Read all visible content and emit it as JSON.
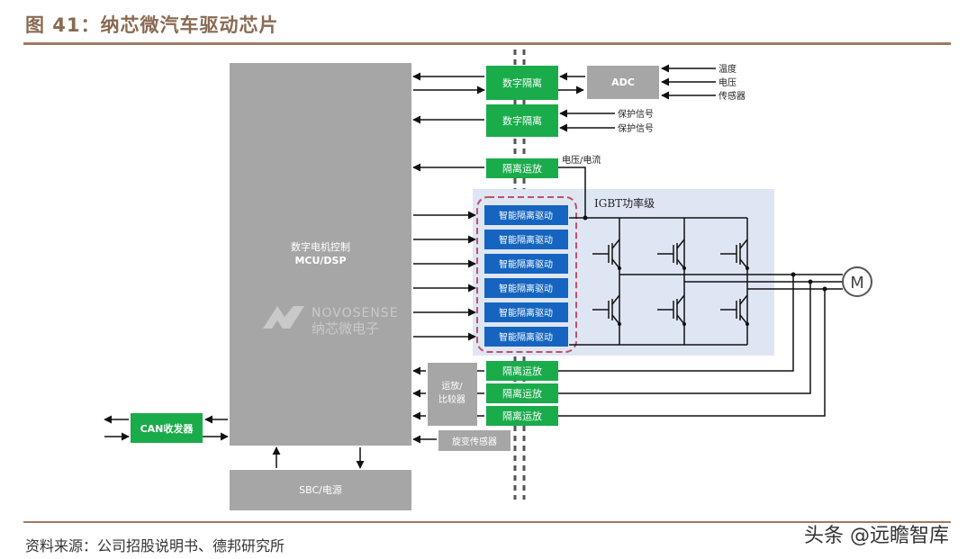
{
  "figure": {
    "title": "图 41：纳芯微汽车驱动芯片",
    "source": "资料来源：公司招股说明书、德邦研究所",
    "watermark": "头条 @远瞻智库"
  },
  "diagram": {
    "mcu": {
      "line1": "数字电机控制",
      "line2": "MCU/DSP"
    },
    "logo": {
      "brand_en": "NOVOSENSE",
      "brand_cn": "纳芯微电子"
    },
    "digital_isolators": [
      {
        "label": "数字隔离"
      },
      {
        "label": "数字隔离"
      }
    ],
    "adc": {
      "label": "ADC"
    },
    "adc_inputs": [
      "温度",
      "电压",
      "传感器"
    ],
    "protection_inputs": [
      "保护信号",
      "保护信号"
    ],
    "voltage_opamp": {
      "label": "隔离运放",
      "input_label": "电压/电流"
    },
    "igbt_stage": {
      "label": "IGBT功率级"
    },
    "gate_drivers": [
      {
        "label": "智能隔离驱动"
      },
      {
        "label": "智能隔离驱动"
      },
      {
        "label": "智能隔离驱动"
      },
      {
        "label": "智能隔离驱动"
      },
      {
        "label": "智能隔离驱动"
      },
      {
        "label": "智能隔离驱动"
      }
    ],
    "motor": {
      "label": "M"
    },
    "current_opamps": [
      {
        "label": "隔离运放"
      },
      {
        "label": "隔离运放"
      },
      {
        "label": "隔离运放"
      }
    ],
    "comparator": {
      "line1": "运放/",
      "line2": "比较器"
    },
    "resolver": {
      "label": "旋变传感器"
    },
    "can": {
      "label": "CAN收发器"
    },
    "sbc": {
      "label": "SBC/电源"
    },
    "colors": {
      "green": "#1aab4b",
      "blue": "#1565c0",
      "gray": "#a6a6a6",
      "igbt_bg": "#dfe6f3",
      "dashed_border": "#c0506a",
      "title_brown": "#8a6a52"
    }
  }
}
